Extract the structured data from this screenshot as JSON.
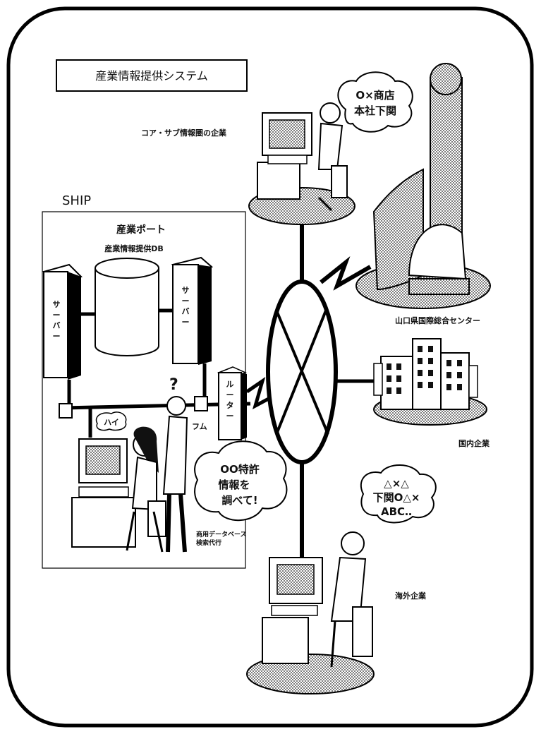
{
  "title": "産業情報提供システム",
  "ship_label": "SHIP",
  "port_label": "産業ポート",
  "db_label": "産業情報提供DB",
  "server_label": "サーバー",
  "router_label": "ルーター",
  "core_company_label": "コア・サブ情報圏の企業",
  "yamaguchi_center_label": "山口県国際総合センター",
  "domestic_label": "国内企業",
  "overseas_label": "海外企業",
  "service_label": [
    "商用データベース",
    "検索代行"
  ],
  "bubble_core": [
    "O×商店",
    "本社下関"
  ],
  "bubble_overseas": [
    "△×△",
    "下関O△×",
    "ABC‥"
  ],
  "bubble_request": [
    "OO特許",
    "情報を",
    "調べて!"
  ],
  "bubble_hai": "ハイ",
  "question_mark": "?",
  "hmm_label": "フム"
}
